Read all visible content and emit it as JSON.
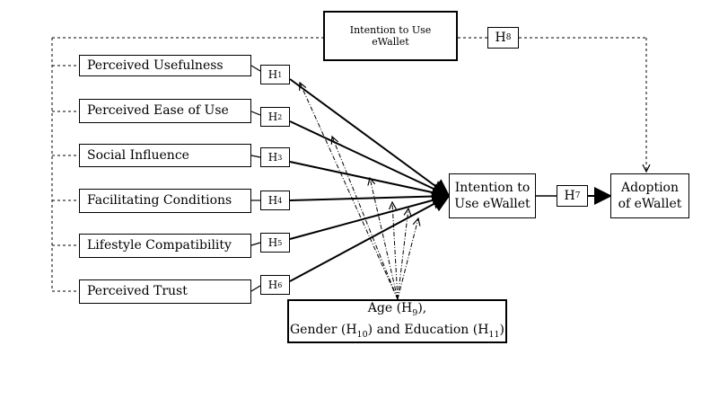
{
  "constructs": [
    {
      "label": "Perceived Usefulness",
      "hypothesis": "H",
      "sub": "1"
    },
    {
      "label": "Perceived Ease of Use",
      "hypothesis": "H",
      "sub": "2"
    },
    {
      "label": "Social Influence",
      "hypothesis": "H",
      "sub": "3"
    },
    {
      "label": "Facilitating Conditions",
      "hypothesis": "H",
      "sub": "4"
    },
    {
      "label": "Lifestyle Compatibility",
      "hypothesis": "H",
      "sub": "5"
    },
    {
      "label": "Perceived Trust",
      "hypothesis": "H",
      "sub": "6"
    }
  ],
  "top_box": {
    "line1": "Intention to Use",
    "line2": "eWallet"
  },
  "h8": {
    "text": "H",
    "sub": "8"
  },
  "h7": {
    "text": "H",
    "sub": "7"
  },
  "intention_box": {
    "line1": "Intention to",
    "line2": "Use eWallet"
  },
  "adoption_box": {
    "line1": "Adoption",
    "line2": "of eWallet"
  },
  "moderators": {
    "age": "Age (H",
    "age_sub": "9",
    "age_end": "),",
    "gender": "Gender (H",
    "gender_sub": "10",
    "gender_end": ") and Education (H",
    "edu_sub": "11",
    "edu_end": ")"
  }
}
